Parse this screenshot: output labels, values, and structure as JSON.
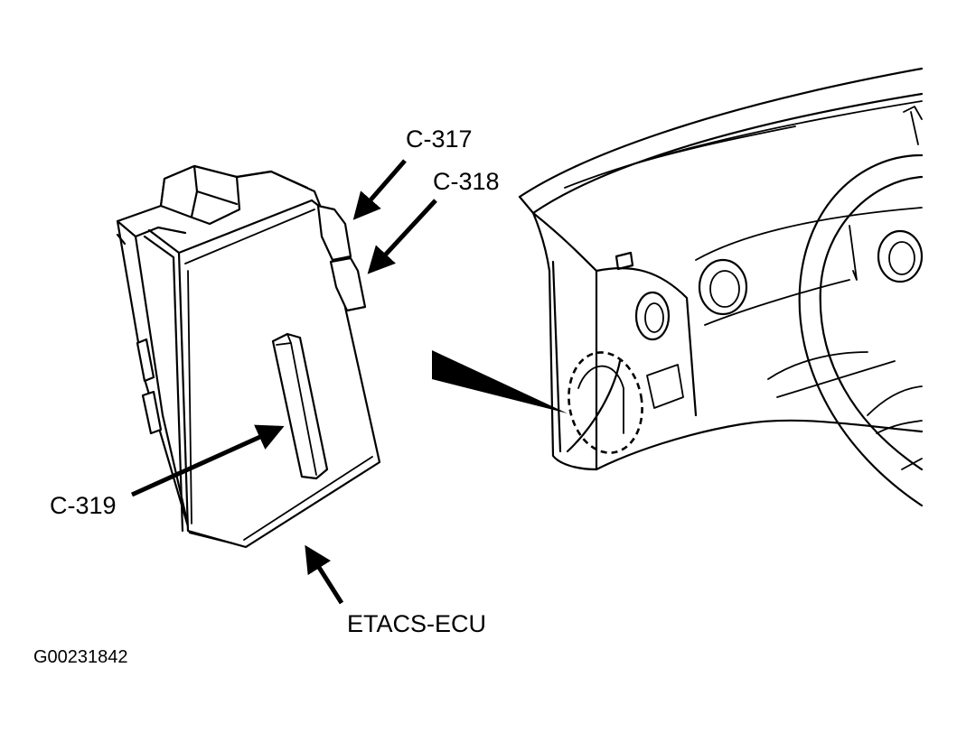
{
  "labels": {
    "c317": "C-317",
    "c318": "C-318",
    "c319": "C-319",
    "etacs": "ETACS-ECU",
    "figure_id": "G00231842"
  },
  "icons": {
    "module": "etacs-ecu-module-drawing",
    "dashboard": "dashboard-drawing",
    "pointer": "location-pointer-wedge"
  },
  "colors": {
    "ink": "#000000",
    "paper": "#ffffff"
  }
}
